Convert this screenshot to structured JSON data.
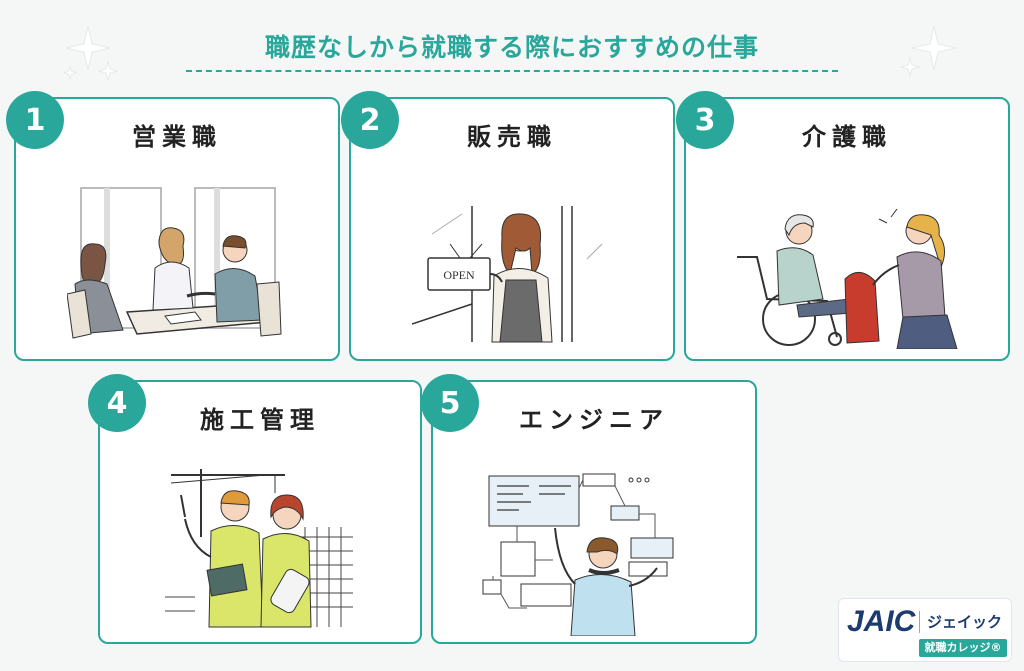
{
  "title": "職歴なしから就職する際におすすめの仕事",
  "colors": {
    "accent": "#2aa79b",
    "title_text": "#2aa79b",
    "logo_blue": "#1d3b6f",
    "logo_green": "#2aa79b"
  },
  "cards": [
    {
      "number": "1",
      "label": "営業職"
    },
    {
      "number": "2",
      "label": "販売職"
    },
    {
      "number": "3",
      "label": "介護職"
    },
    {
      "number": "4",
      "label": "施工管理"
    },
    {
      "number": "5",
      "label": "エンジニア"
    }
  ],
  "illustrations": {
    "open_sign": "OPEN"
  },
  "logo": {
    "mark": "JAIC",
    "name": "ジェイック",
    "sub": "就職カレッジ®"
  }
}
